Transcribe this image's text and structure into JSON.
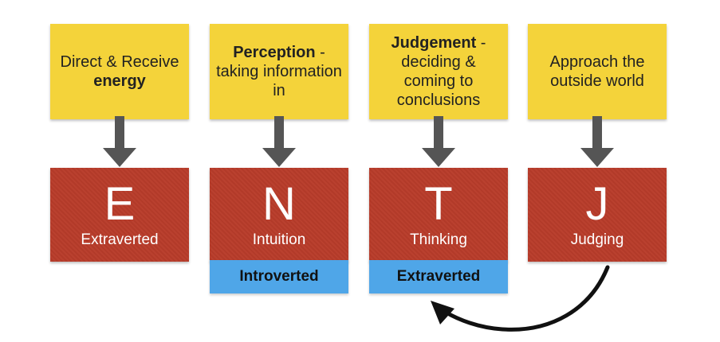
{
  "columns": [
    {
      "prompt_plain_1": "Direct & Receive",
      "prompt_bold": "energy",
      "prompt_plain_2": "",
      "letter": "E",
      "word": "Extraverted",
      "attitude": ""
    },
    {
      "prompt_bold": "Perception",
      "prompt_plain": " - taking information in",
      "letter": "N",
      "word": "Intuition",
      "attitude": "Introverted"
    },
    {
      "prompt_bold": "Judgement",
      "prompt_plain": " - deciding & coming to conclusions",
      "letter": "T",
      "word": "Thinking",
      "attitude": "Extraverted"
    },
    {
      "prompt_plain_1": "Approach the outside world",
      "letter": "J",
      "word": "Judging",
      "attitude": ""
    }
  ],
  "colors": {
    "yellow": "#f4d33a",
    "red": "#b83c2a",
    "blue": "#4fa6e8",
    "arrow": "#555555",
    "curve": "#111111"
  }
}
